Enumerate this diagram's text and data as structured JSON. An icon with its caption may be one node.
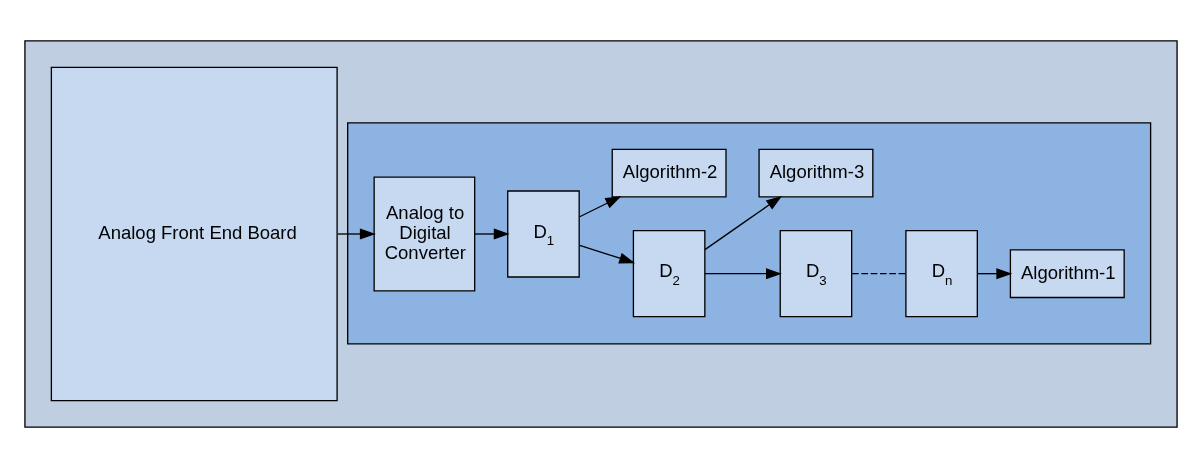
{
  "diagram": {
    "nodes": [
      {
        "text": [],
        "shape": "box"
      },
      {
        "text": [
          "Analog Front End Board"
        ],
        "in": 0
      },
      {
        "text": [],
        "shape": "box",
        "in": 0
      },
      {
        "text": [
          "Analog to Digital Converter"
        ],
        "in": 2
      },
      {
        "text": [
          "D$_{1}$"
        ],
        "in": 2
      },
      {
        "text": [
          "D$_{2}$"
        ],
        "in": 2
      },
      {
        "text": [
          "D$_{3}$"
        ],
        "in": 2
      },
      {
        "text": [
          "D$_{n}$"
        ],
        "in": 2
      },
      {
        "text": [
          "Algorithm-1"
        ],
        "in": 2
      },
      {
        "text": [
          "Algorithm-2"
        ],
        "in": 2
      },
      {
        "text": [
          "Algorithm-3"
        ],
        "in": 2
      }
    ],
    "edges": [
      {
        "from": 1,
        "to": 3,
        "arrow": "to"
      },
      {
        "from": 3,
        "to": 4,
        "arrow": "to"
      },
      {
        "from": 4,
        "to": 5,
        "arrow": "to"
      },
      {
        "from": 4,
        "to": 9,
        "arrow": "to"
      },
      {
        "from": 5,
        "to": 6,
        "arrow": "to"
      },
      {
        "from": 5,
        "to": 10,
        "arrow": "to"
      },
      {
        "from": 6,
        "to": 7,
        "arrow": "none",
        "style": "dashed"
      },
      {
        "from": 7,
        "to": 8,
        "arrow": "to"
      }
    ]
  }
}
